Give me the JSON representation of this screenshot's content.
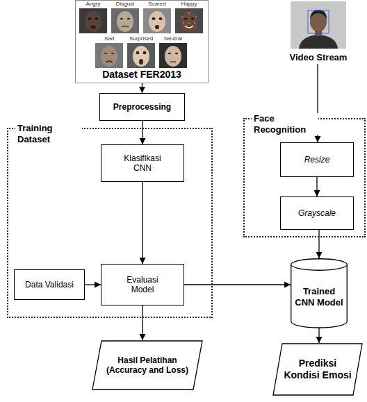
{
  "diagram": {
    "nodes": [
      {
        "text": [
          "Dataset FER2013"
        ]
      },
      {
        "text": [
          "Video Stream"
        ]
      },
      {
        "text": [
          "Preprocessing"
        ]
      },
      {
        "text": [
          "Training Dataset"
        ]
      },
      {
        "text": [
          "Klasifikasi CNN"
        ],
        "in": 3
      },
      {
        "text": [
          "Data Validasi"
        ],
        "in": 3
      },
      {
        "text": [
          "Evaluasi Model"
        ],
        "in": 3
      },
      {
        "text": [
          "Face Recognition"
        ]
      },
      {
        "text": [
          "Resize"
        ],
        "in": 7
      },
      {
        "text": [
          "Grayscale"
        ],
        "in": 7
      },
      {
        "text": [
          "Trained CNN Model"
        ]
      },
      {
        "text": [
          "Hasil Pelatihan (Accuracy and Loss)"
        ]
      },
      {
        "text": [
          "Prediksi Kondisi Emosi"
        ]
      }
    ],
    "edges": [
      {
        "from": 0,
        "to": 2,
        "arrow": "to"
      },
      {
        "from": 2,
        "to": 4,
        "arrow": "to"
      },
      {
        "from": 4,
        "to": 6,
        "arrow": "to"
      },
      {
        "from": 5,
        "to": 6,
        "arrow": "to"
      },
      {
        "from": 6,
        "to": 11,
        "arrow": "to"
      },
      {
        "from": 6,
        "to": 10,
        "arrow": "to"
      },
      {
        "from": 1,
        "to": 8,
        "arrow": "to"
      },
      {
        "from": 8,
        "to": 9,
        "arrow": "to"
      },
      {
        "from": 9,
        "to": 10,
        "arrow": "to"
      },
      {
        "from": 10,
        "to": 12,
        "arrow": "to"
      }
    ],
    "labels": [
      "Angry",
      "Disgust",
      "Scared",
      "Happy",
      "Sad",
      "Surprised",
      "Neutral"
    ]
  }
}
